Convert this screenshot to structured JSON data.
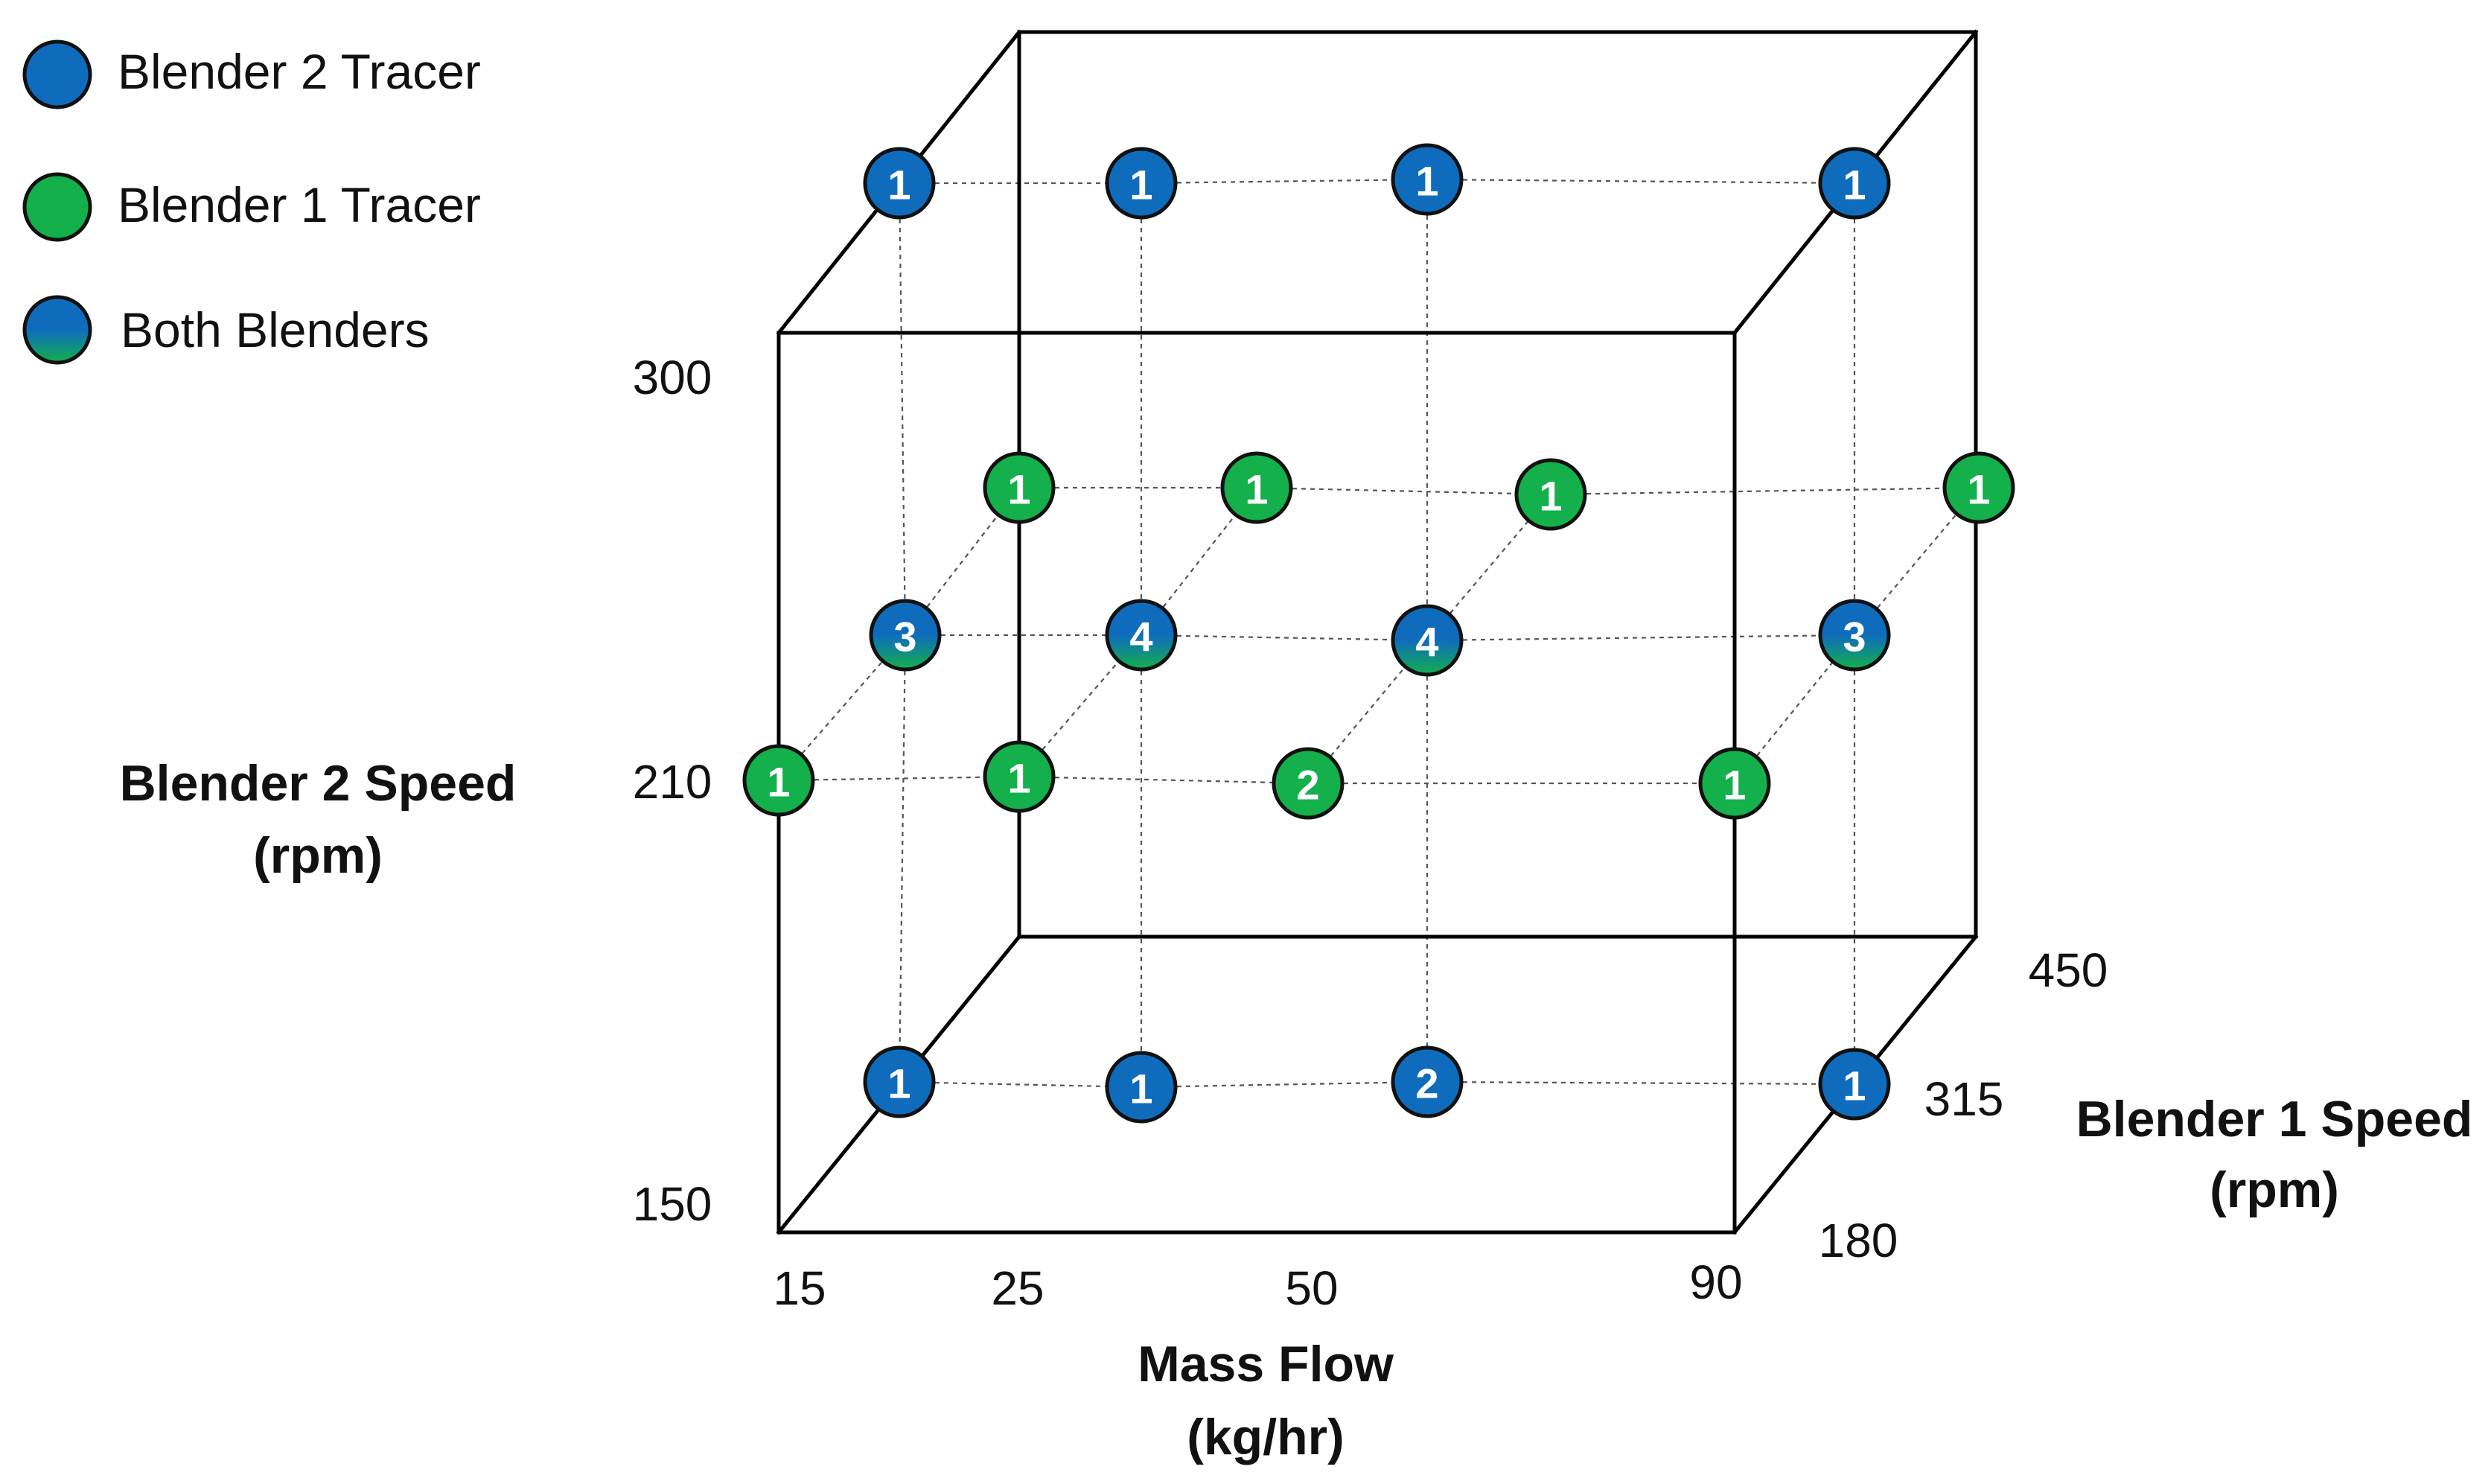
{
  "legend": [
    {
      "key": "blender2",
      "label": "Blender 2 Tracer"
    },
    {
      "key": "blender1",
      "label": "Blender 1 Tracer"
    },
    {
      "key": "both",
      "label": "Both Blenders"
    }
  ],
  "colors": {
    "blender2": "#0f6cbd",
    "blender1": "#13b04b",
    "both_top": "#0f6cbd",
    "both_bottom": "#13b04b"
  },
  "axes": {
    "blender2_speed": {
      "title_line1": "Blender 2 Speed",
      "title_line2": "(rpm)",
      "ticks": [
        "300",
        "210",
        "150"
      ]
    },
    "mass_flow": {
      "title_line1": "Mass Flow",
      "title_line2": "(kg/hr)",
      "ticks": [
        "15",
        "25",
        "50",
        "90"
      ]
    },
    "blender1_speed": {
      "title_line1": "Blender 1 Speed",
      "title_line2": "(rpm)",
      "ticks": [
        "450",
        "315",
        "180"
      ]
    }
  },
  "points": [
    {
      "group": "top",
      "type": "blender2",
      "label": "1"
    },
    {
      "group": "top",
      "type": "blender2",
      "label": "1"
    },
    {
      "group": "top",
      "type": "blender2",
      "label": "1"
    },
    {
      "group": "top",
      "type": "blender2",
      "label": "1"
    },
    {
      "group": "upper-middle",
      "type": "blender1",
      "label": "1"
    },
    {
      "group": "upper-middle",
      "type": "blender1",
      "label": "1"
    },
    {
      "group": "upper-middle",
      "type": "blender1",
      "label": "1"
    },
    {
      "group": "upper-middle",
      "type": "blender1",
      "label": "1"
    },
    {
      "group": "middle",
      "type": "both",
      "label": "3"
    },
    {
      "group": "middle",
      "type": "both",
      "label": "4"
    },
    {
      "group": "middle",
      "type": "both",
      "label": "4"
    },
    {
      "group": "middle",
      "type": "both",
      "label": "3"
    },
    {
      "group": "lower-middle",
      "type": "blender1",
      "label": "1"
    },
    {
      "group": "lower-middle",
      "type": "blender1",
      "label": "1"
    },
    {
      "group": "lower-middle",
      "type": "blender1",
      "label": "2"
    },
    {
      "group": "lower-middle",
      "type": "blender1",
      "label": "1"
    },
    {
      "group": "bottom",
      "type": "blender2",
      "label": "1"
    },
    {
      "group": "bottom",
      "type": "blender2",
      "label": "1"
    },
    {
      "group": "bottom",
      "type": "blender2",
      "label": "2"
    },
    {
      "group": "bottom",
      "type": "blender2",
      "label": "1"
    }
  ]
}
